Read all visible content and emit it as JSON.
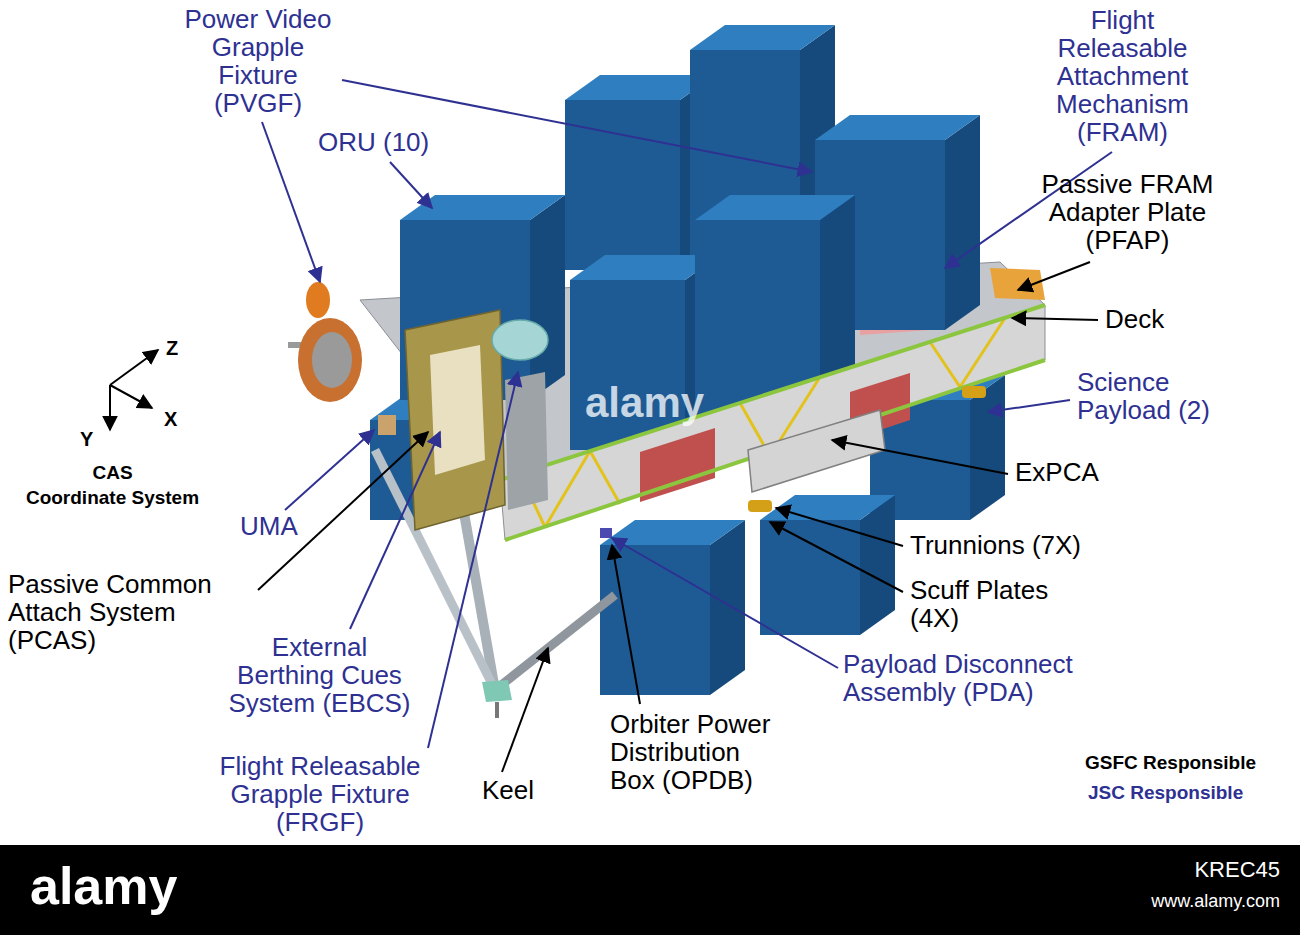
{
  "diagram": {
    "labels": [
      "Power Video Grapple Fixture (PVGF)",
      "ORU (10)",
      "Flight Releasable Attachment Mechanism (FRAM)",
      "Passive FRAM Adapter Plate (PFAP)",
      "Deck",
      "Science Payload (2)",
      "ExPCA",
      "Trunnions (7X)",
      "Scuff Plates (4X)",
      "Payload Disconnect Assembly (PDA)",
      "Orbiter Power Distribution Box (OPDB)",
      "Keel",
      "Flight Releasable Grapple Fixture (FRGF)",
      "External Berthing Cues System (EBCS)",
      "Passive Common Attach System (PCAS)",
      "UMA",
      "Z",
      "X",
      "Y",
      "CAS",
      "Coordinate System",
      "alamy",
      "alamy",
      "KREC45",
      "www.alamy.com"
    ],
    "legend": [
      {
        "text": "GSFC Responsible",
        "color": "#000000"
      },
      {
        "text": "JSC Responsible",
        "color": "#2e3192"
      }
    ]
  }
}
